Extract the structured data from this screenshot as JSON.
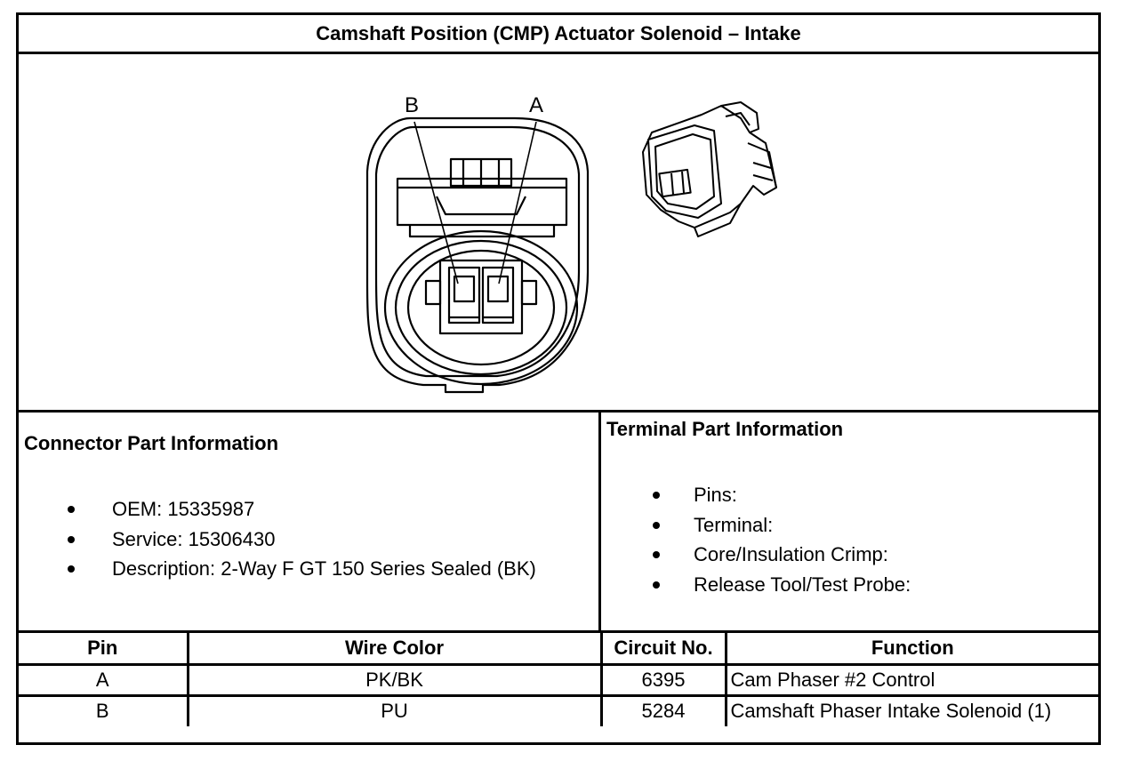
{
  "title": "Camshaft Position (CMP) Actuator Solenoid – Intake",
  "diagram": {
    "pin_labels": [
      "B",
      "A"
    ]
  },
  "connector_info": {
    "heading": "Connector Part Information",
    "items": [
      "OEM: 15335987",
      "Service: 15306430",
      "Description: 2-Way F GT 150 Series Sealed (BK)"
    ]
  },
  "terminal_info": {
    "heading": "Terminal Part Information",
    "items": [
      "Pins:",
      "Terminal:",
      "Core/Insulation Crimp:",
      "Release Tool/Test Probe:"
    ]
  },
  "pin_table": {
    "headers": [
      "Pin",
      "Wire Color",
      "Circuit No.",
      "Function"
    ],
    "rows": [
      [
        "A",
        "PK/BK",
        "6395",
        "Cam Phaser #2 Control"
      ],
      [
        "B",
        "PU",
        "5284",
        "Camshaft Phaser Intake Solenoid (1)"
      ]
    ]
  }
}
